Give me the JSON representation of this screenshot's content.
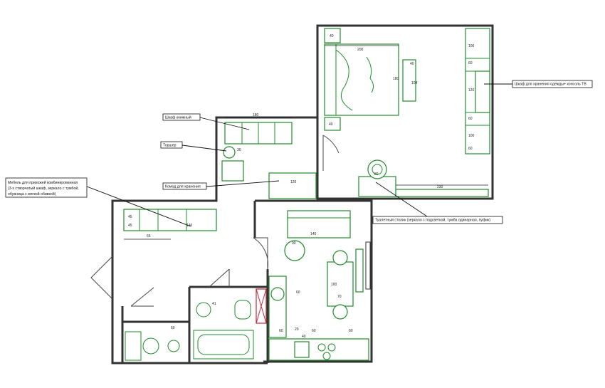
{
  "labels": {
    "bookshelf": "Шкаф книжный",
    "torchere": "Торшер",
    "storage": "Комод для хранения",
    "hallway": [
      "Мебель для прихожей комбинированная",
      "(3-х створчатый шкаф, зеркало с тумбой,",
      "обувница с мягкой обивкой)"
    ],
    "wardrobe": "Шкаф для хранения одежды+ консоль ТВ",
    "vanity": "Туалетный столик (зеркало с подсветкой, тумба одинарная, пуфик)"
  },
  "dims": {
    "bed_w": "200",
    "bed_l": "180",
    "night_top": "40",
    "night_top2": "40",
    "bench": "104",
    "bedroom_w": "230",
    "study_w": "180",
    "bookshelf_d": "30",
    "storage_w": "120",
    "vanity_d": "80",
    "ward_a": "100",
    "ward_b": "60",
    "ward_c": "120",
    "ward_d": "60",
    "ward_e": "100",
    "ward_f": "60",
    "bed_side": "40",
    "hall_a": "45",
    "hall_b": "45",
    "hall_len": "140",
    "hall_left": "65",
    "sofa_w": "140",
    "table_round": "90",
    "dining_l": "100",
    "dining_w": "70",
    "kitchen_a": "60",
    "kitchen_b": "60",
    "kitchen_c": "60",
    "kitchen_d": "60",
    "kitchen_e": "40",
    "kitchen_f": "20",
    "bath_41": "41",
    "bath_60": "60"
  }
}
